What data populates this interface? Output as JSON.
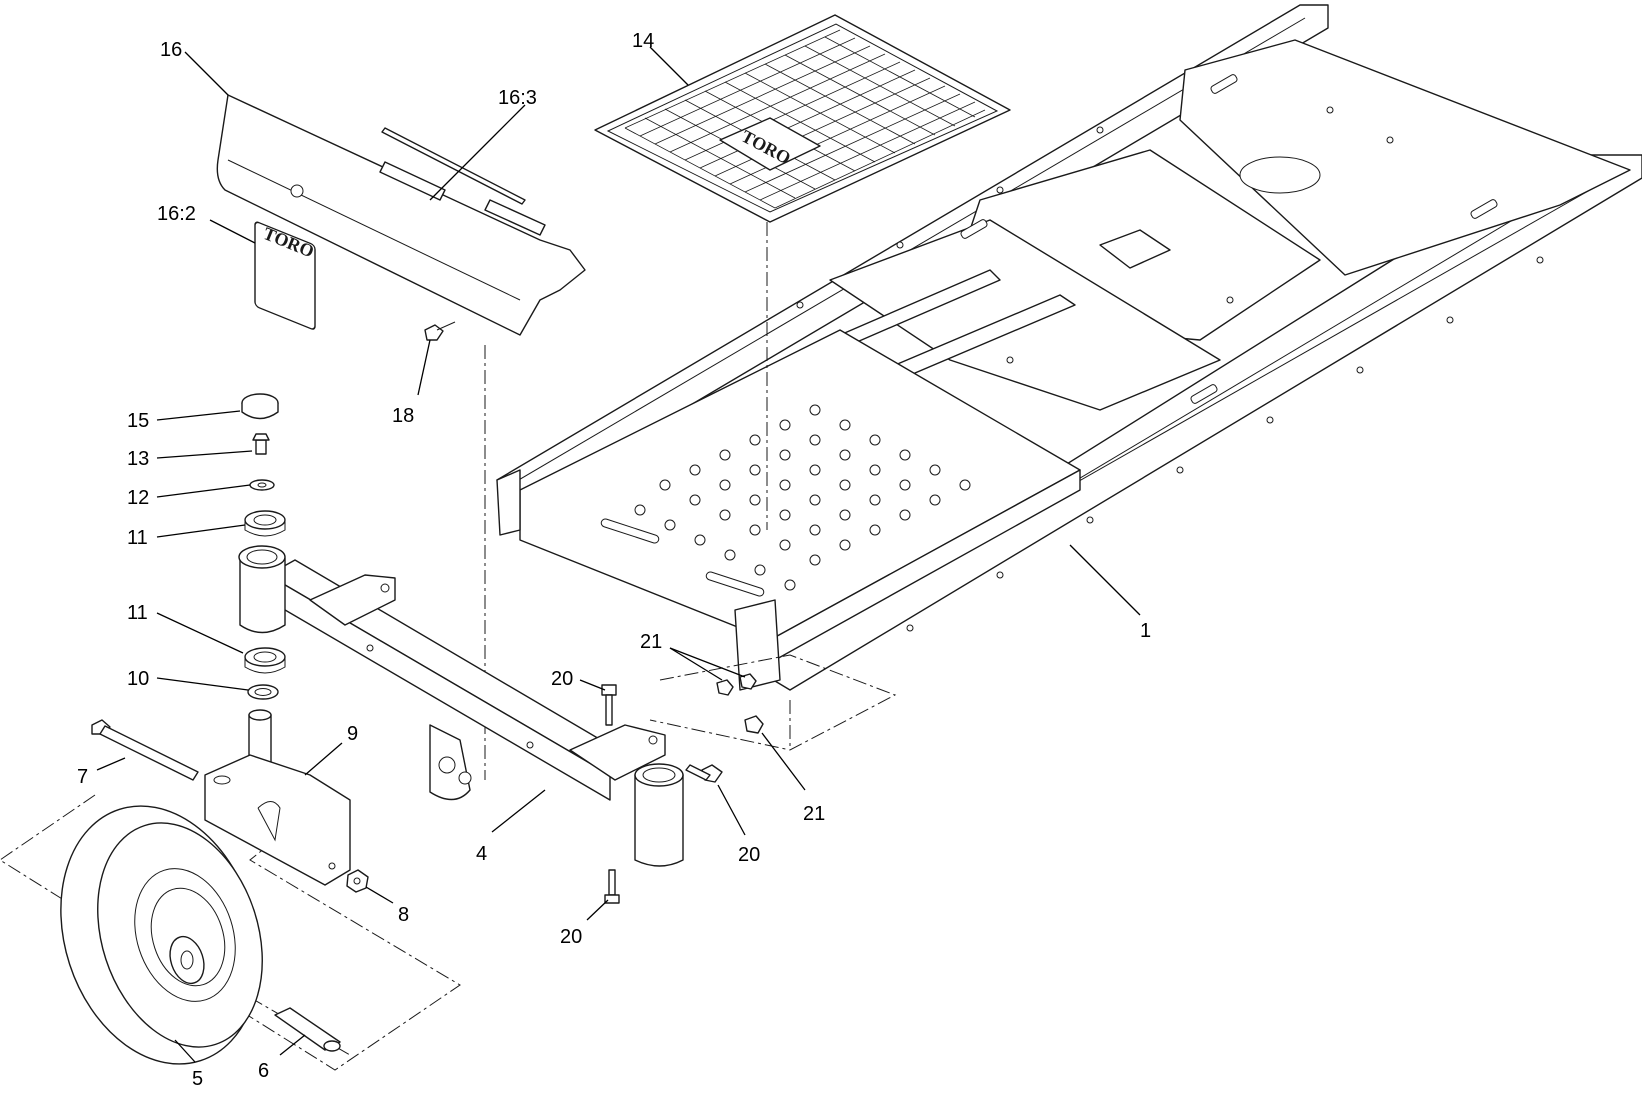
{
  "logo_text": "TORO",
  "callouts": [
    "16",
    "16:3",
    "16:2",
    "14",
    "18",
    "15",
    "13",
    "12",
    "11",
    "11",
    "10",
    "9",
    "7",
    "4",
    "5",
    "6",
    "8",
    "20",
    "20",
    "20",
    "21",
    "21",
    "1"
  ]
}
